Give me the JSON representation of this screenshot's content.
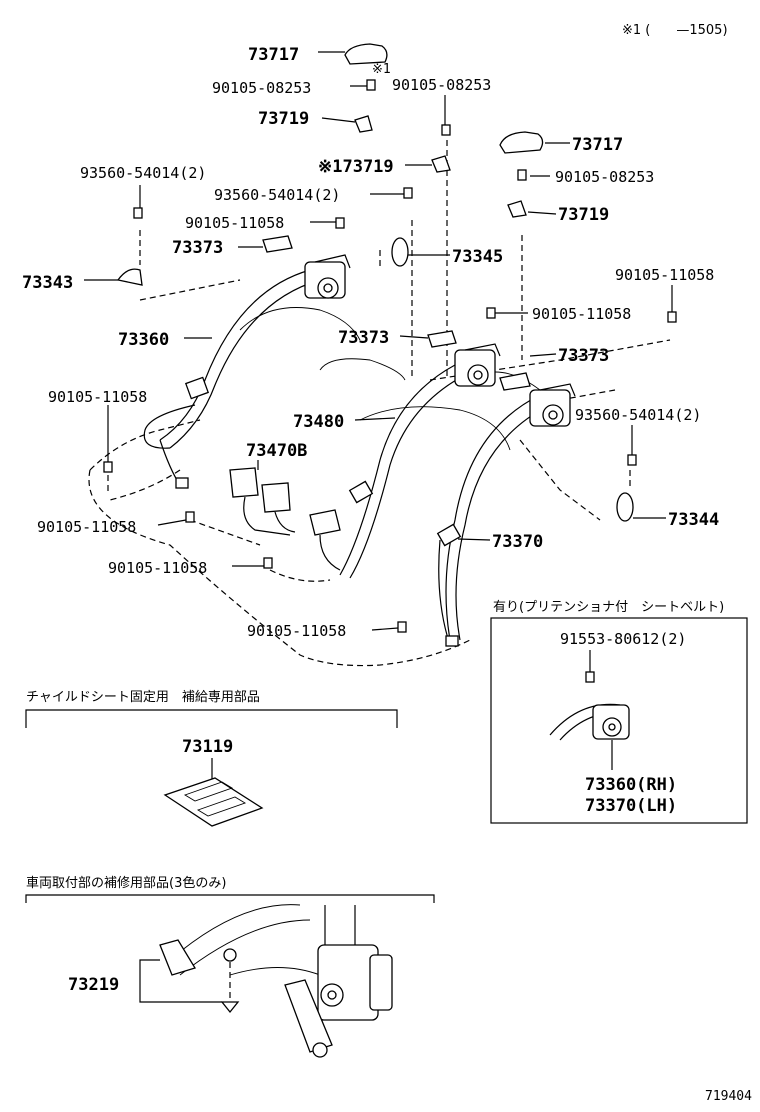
{
  "note_top": "※1 (　　—1505)",
  "labels": {
    "p73717_a": "73717",
    "note_mark": "※1",
    "p90105_08253_a": "90105-08253",
    "p90105_08253_b": "90105-08253",
    "p73719_a": "73719",
    "p73717_b": "73717",
    "p93560_54014_a": "93560-54014(2)",
    "p73719_b": "※173719",
    "p90105_08253_c": "90105-08253",
    "p93560_54014_b": "93560-54014(2)",
    "p73719_c": "73719",
    "p90105_11058_a": "90105-11058",
    "p73373_a": "73373",
    "p73345": "73345",
    "p73343": "73343",
    "p90105_11058_b": "90105-11058",
    "p73360": "73360",
    "p90105_11058_c": "90105-11058",
    "p73373_b": "73373",
    "p73373_c": "73373",
    "p90105_11058_d": "90105-11058",
    "p73480": "73480",
    "p93560_54014_c": "93560-54014(2)",
    "p73470b": "73470B",
    "p73344": "73344",
    "p90105_11058_e": "90105-11058",
    "p73370": "73370",
    "p90105_11058_f": "90105-11058",
    "p90105_11058_g": "90105-11058"
  },
  "inset_pretensioner": {
    "title": "有り(プリテンショナ付　シートベルト)",
    "bolt": "91553-80612(2)",
    "rh": "73360(RH)",
    "lh": "73370(LH)"
  },
  "child_seat": {
    "title": "チャイルドシート固定用　補給専用部品",
    "part": "73119"
  },
  "body_repair": {
    "title": "車両取付部の補修用部品(3色のみ)",
    "part": "73219"
  },
  "figure_number": "719404"
}
